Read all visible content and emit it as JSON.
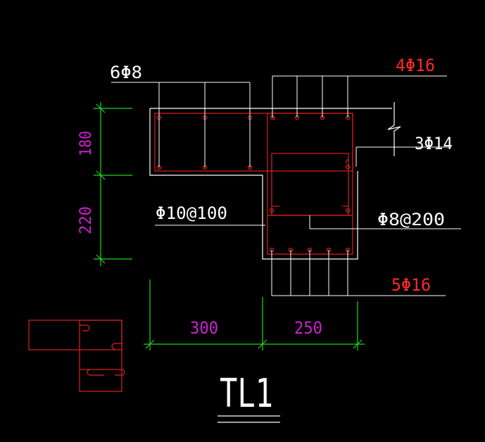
{
  "drawing": {
    "title": "TL1",
    "background": "#000000",
    "colors": {
      "outline": "#ffffff",
      "rebar": "#e02020",
      "dimension": "#1fd71f",
      "dimension_text": "#d11fd1",
      "label": "#ffffff",
      "red_label": "#ff2a2a"
    },
    "labels": {
      "top_flange_bars": "6Φ8",
      "top_web_bars": "4Φ16",
      "side_bars": "3Φ14",
      "flange_stirrup": "Φ10@100",
      "web_stirrup": "Φ8@200",
      "bottom_bars": "5Φ16"
    },
    "dimensions": {
      "flange_thickness": "180",
      "web_lower_height": "220",
      "flange_width": "300",
      "web_width": "250"
    }
  }
}
